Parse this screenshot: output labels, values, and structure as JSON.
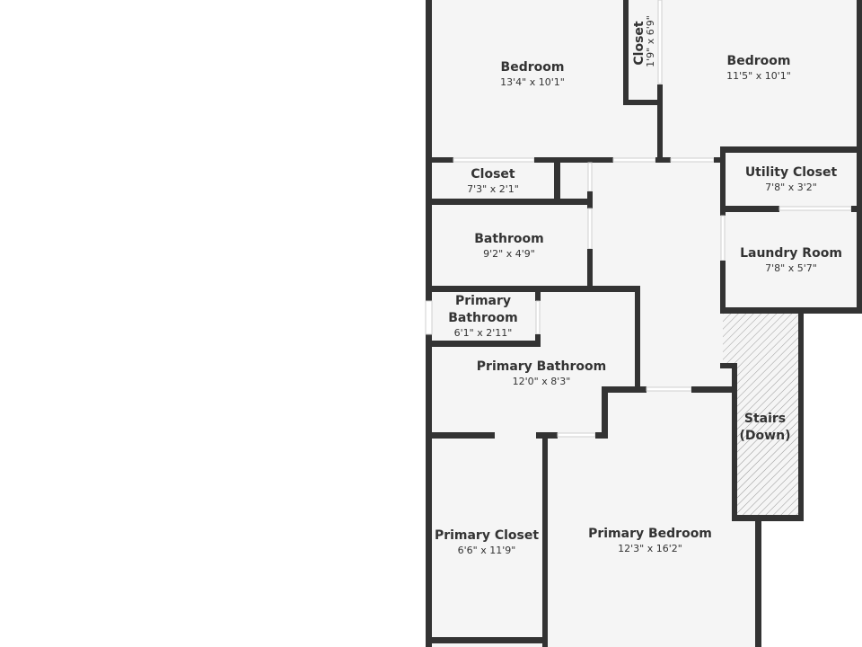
{
  "floor_plan": {
    "colors": {
      "wall": "#333333",
      "floor": "#f5f5f5",
      "background": "#ffffff",
      "stairs_hatch": "#999999"
    },
    "rooms": [
      {
        "id": "bedroom-1",
        "name": "Bedroom",
        "dims": "13'4\" x 10'1\""
      },
      {
        "id": "closet-vertical",
        "name": "Closet",
        "dims": "1'9\" x 6'9\""
      },
      {
        "id": "bedroom-2",
        "name": "Bedroom",
        "dims": "11'5\" x 10'1\""
      },
      {
        "id": "closet-hall",
        "name": "Closet",
        "dims": "7'3\" x 2'1\""
      },
      {
        "id": "utility-closet",
        "name": "Utility Closet",
        "dims": "7'8\" x 3'2\""
      },
      {
        "id": "bathroom",
        "name": "Bathroom",
        "dims": "9'2\" x 4'9\""
      },
      {
        "id": "laundry-room",
        "name": "Laundry Room",
        "dims": "7'8\" x 5'7\""
      },
      {
        "id": "primary-bathroom-small",
        "name_line1": "Primary",
        "name_line2": "Bathroom",
        "dims": "6'1\" x 2'11\""
      },
      {
        "id": "primary-bathroom",
        "name": "Primary Bathroom",
        "dims": "12'0\" x 8'3\""
      },
      {
        "id": "stairs",
        "name_line1": "Stairs",
        "name_line2": "(Down)"
      },
      {
        "id": "primary-closet",
        "name": "Primary Closet",
        "dims": "6'6\" x 11'9\""
      },
      {
        "id": "primary-bedroom",
        "name": "Primary Bedroom",
        "dims": "12'3\" x 16'2\""
      }
    ]
  }
}
